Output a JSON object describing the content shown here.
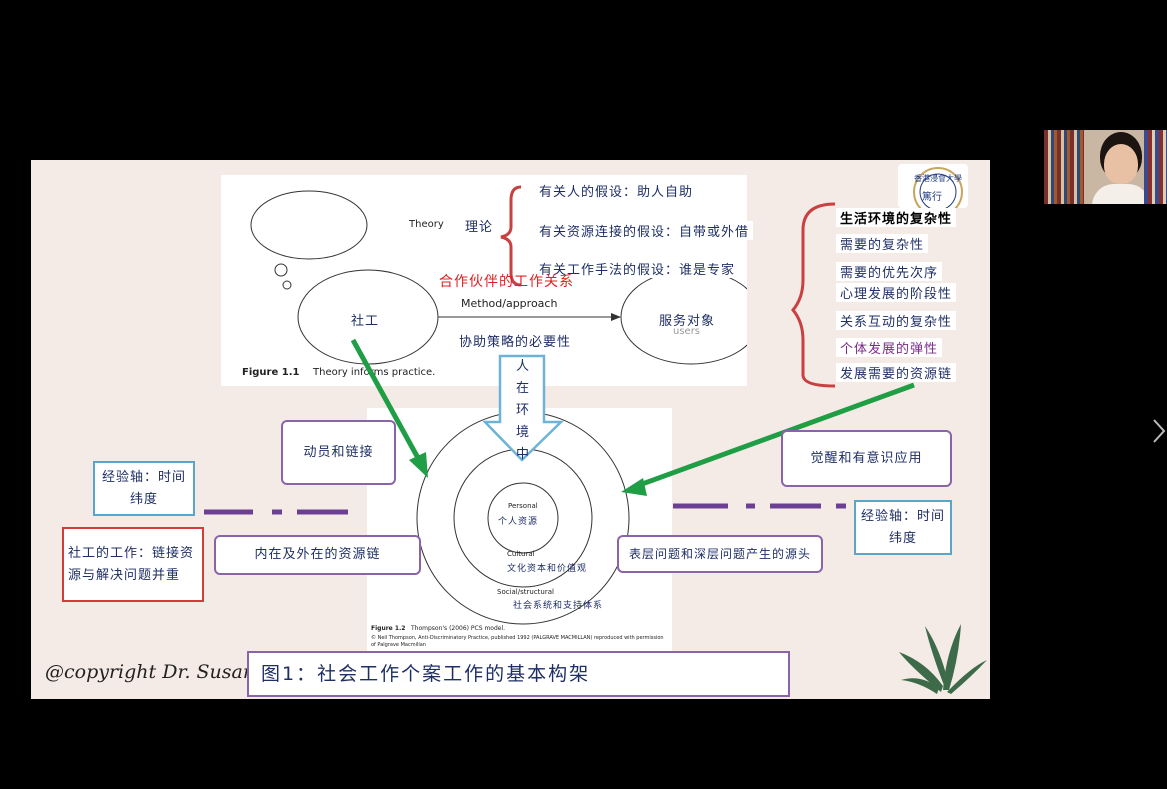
{
  "colors": {
    "accent_green": "#1f9e45",
    "accent_red": "#d43c3c",
    "accent_purple": "#8a64a8",
    "accent_blue": "#5aa6c8",
    "text_navy": "#1f2f66",
    "axis_purple": "#6b3f91"
  },
  "figure11": {
    "theory_en": "Theory",
    "theory_cn": "理论",
    "assumptions": [
      "有关人的假设：助人自助",
      "有关资源连接的假设：自带或外借",
      "有关工作手法的假设：谁是专家"
    ],
    "partner_label": "合作伙伴的工作关系",
    "method_label": "Method/approach",
    "strategy_label": "协助策略的必要性",
    "left_circle": "社工",
    "right_circle": "服务对象",
    "right_circle_sub": "users",
    "caption_num": "Figure 1.1",
    "caption_text": "Theory informs practice."
  },
  "complexity_list": [
    "生活环境的复杂性",
    "需要的复杂性",
    "需要的优先次序",
    "心理发展的阶段性",
    "关系互动的复杂性",
    "个体发展的弹性",
    "发展需要的资源链"
  ],
  "person_in_env": "人在环境中",
  "figure12": {
    "personal_en": "Personal",
    "personal_cn": "个人资源",
    "cultural_en": "Cultural",
    "cultural_cn": "文化资本和价值观",
    "social_en": "Social/structural",
    "social_cn": "社会系统和支持体系",
    "caption_num": "Figure 1.2",
    "caption_text": "Thompson's (2006) PCS model.",
    "credit": "© Neil Thompson, Anti-Discriminatory Practice, published 1992 (PALGRAVE MACMILLAN) reproduced with permission of Palgrave Macmillan"
  },
  "boxes": {
    "mobilize": "动员和链接",
    "awakening": "觉醒和有意识应用",
    "experience_left": "经验轴：时间纬度",
    "experience_right": "经验轴：时间纬度",
    "sw_work": "社工的工作：链接资源与解决问题并重",
    "inner_outer": "内在及外在的资源链",
    "surface_deep": "表层问题和深层问题产生的源头"
  },
  "copyright": "@copyright Dr. Susan S",
  "title": "图1：社会工作个案工作的基本构架",
  "logo_text": "香港浸會大學",
  "logo_motto": "篤行"
}
